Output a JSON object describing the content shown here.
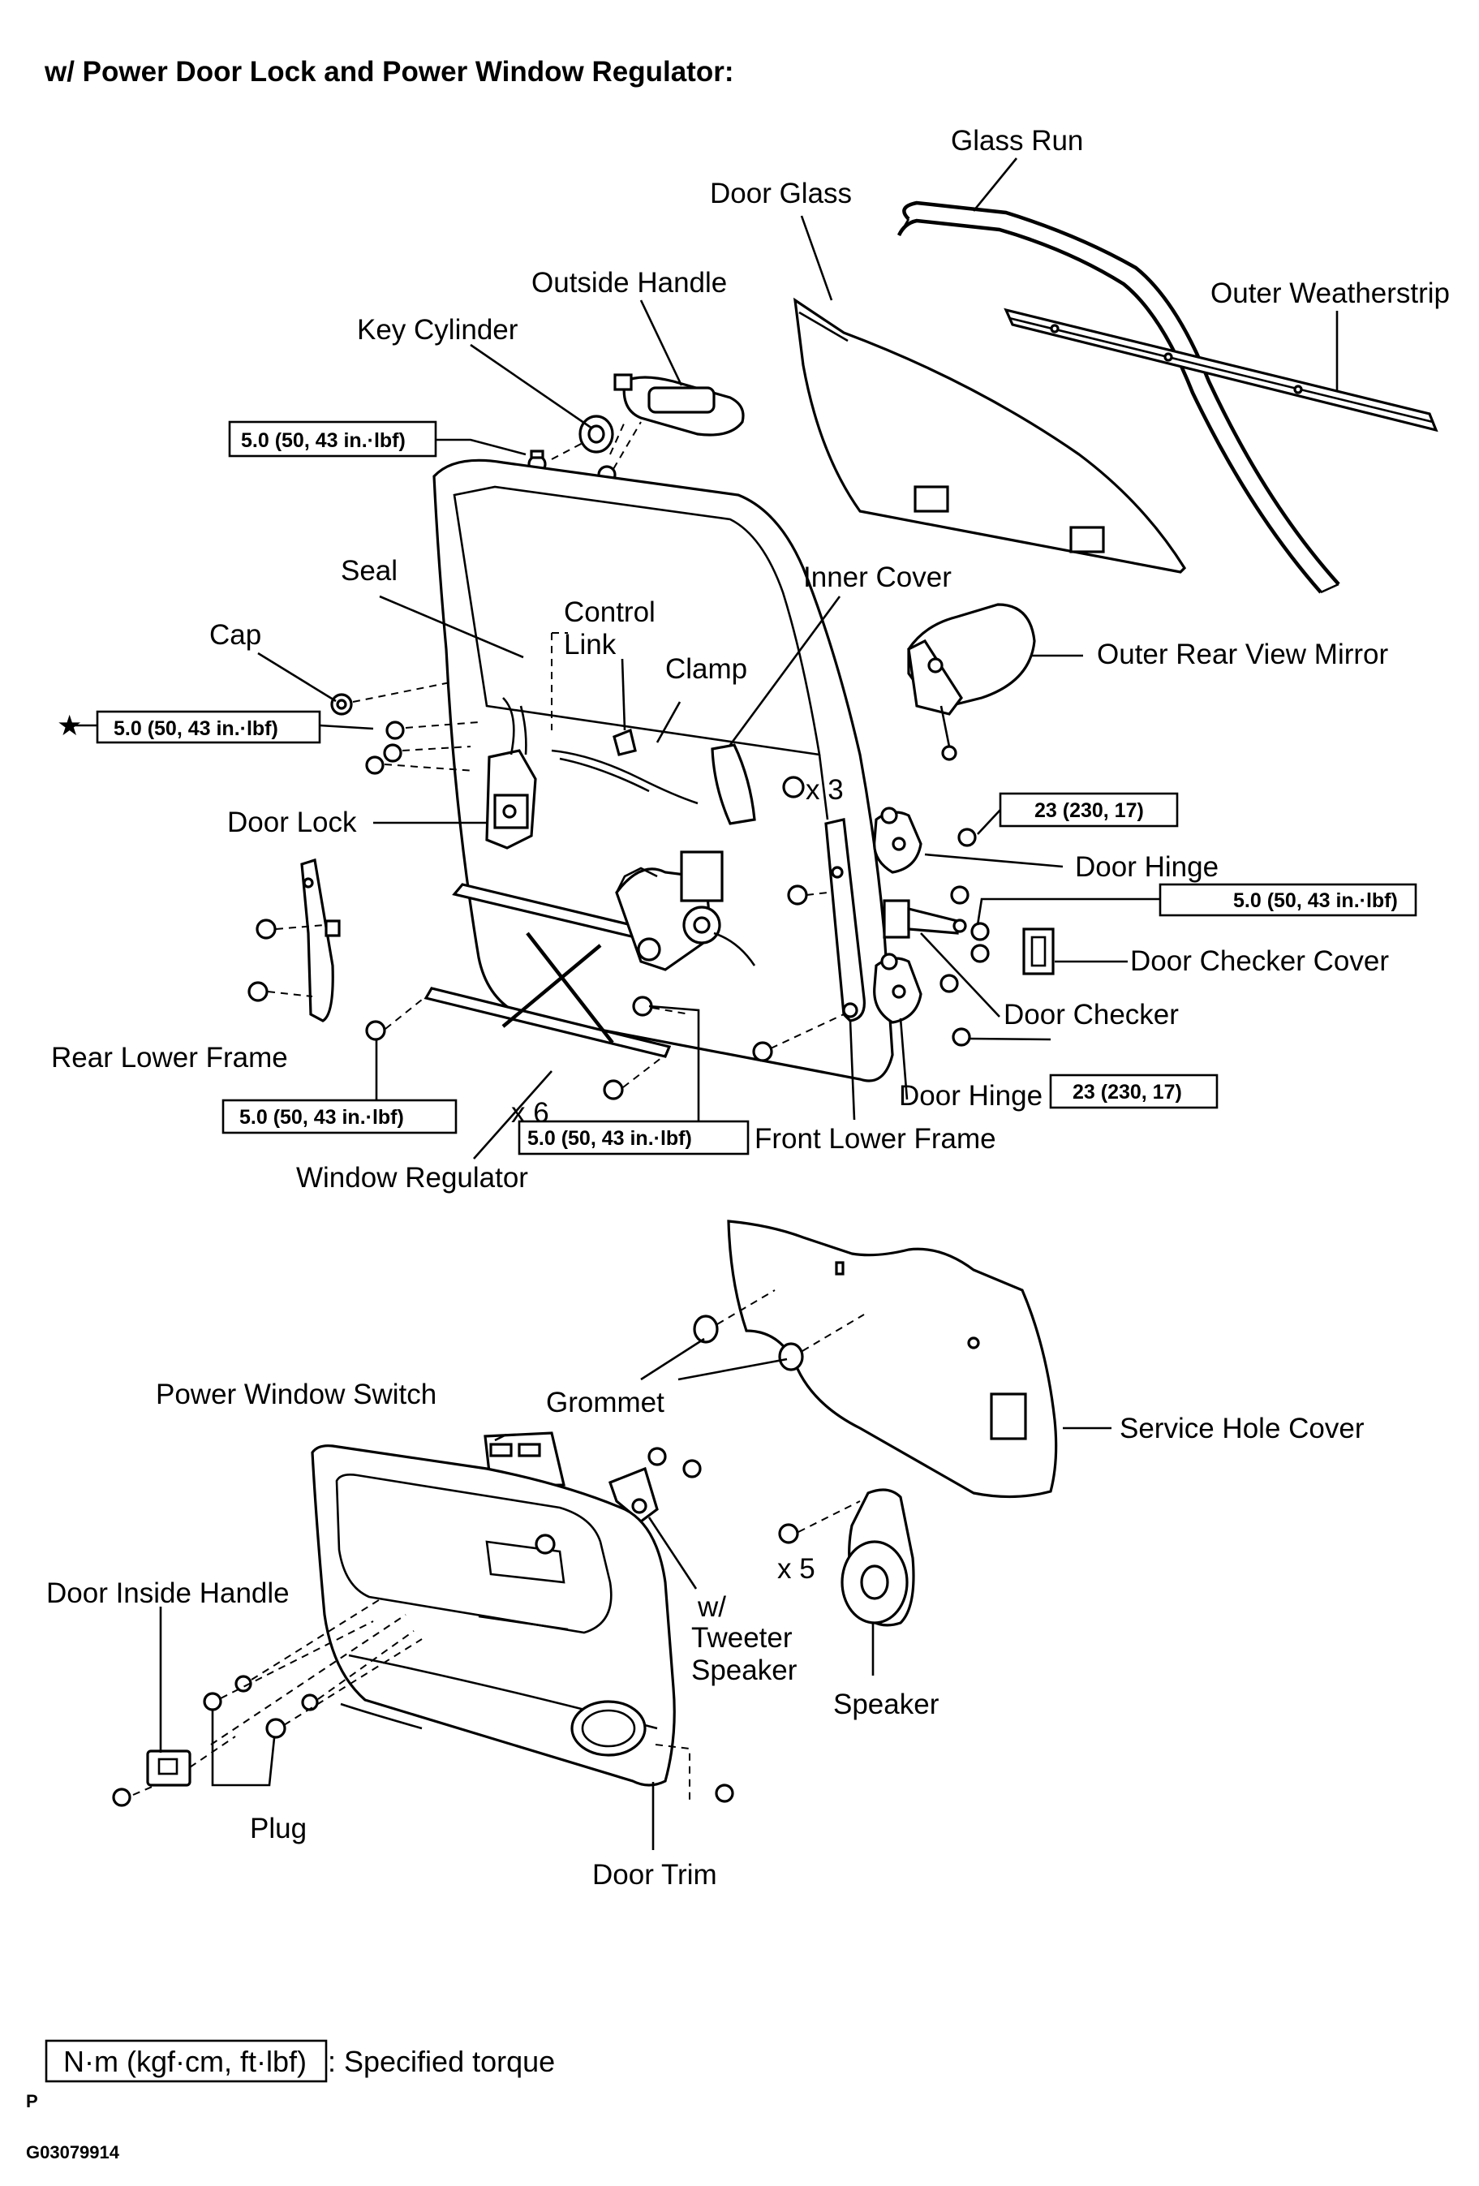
{
  "title": "w/ Power Door Lock and Power Window Regulator:",
  "labels": {
    "glass_run": "Glass Run",
    "door_glass": "Door Glass",
    "outside_handle": "Outside Handle",
    "outer_weatherstrip": "Outer Weatherstrip",
    "key_cylinder": "Key Cylinder",
    "seal": "Seal",
    "inner_cover": "Inner Cover",
    "control": "Control",
    "link": "Link",
    "cap": "Cap",
    "clamp": "Clamp",
    "outer_rear_view_mirror": "Outer Rear View Mirror",
    "door_lock": "Door Lock",
    "x3": "x 3",
    "door_hinge_upper": "Door Hinge",
    "door_checker_cover": "Door Checker Cover",
    "door_checker": "Door Checker",
    "rear_lower_frame": "Rear Lower Frame",
    "door_hinge_lower": "Door Hinge",
    "x6": "x 6",
    "front_lower_frame": "Front Lower Frame",
    "window_regulator": "Window Regulator",
    "power_window_switch": "Power Window Switch",
    "grommet": "Grommet",
    "service_hole_cover": "Service Hole Cover",
    "x5": "x 5",
    "w": "w/",
    "tweeter": "Tweeter",
    "speaker_tw": "Speaker",
    "door_inside_handle": "Door Inside Handle",
    "speaker": "Speaker",
    "plug": "Plug",
    "door_trim": "Door Trim"
  },
  "torques": {
    "key_cylinder": "5.0 (50, 43 in.·lbf)",
    "cap": "5.0 (50, 43 in.·lbf)",
    "hinge_upper": "23 (230, 17)",
    "checker": "5.0 (50, 43 in.·lbf)",
    "hinge_lower": "23 (230, 17)",
    "regulator_left": "5.0 (50, 43 in.·lbf)",
    "regulator_right": "5.0 (50, 43 in.·lbf)"
  },
  "star_symbol": "★",
  "legend": {
    "box_text": "N·m (kgf·cm, ft·lbf)",
    "desc": ": Specified torque"
  },
  "footer": {
    "mark": "P",
    "code": "G03079914"
  }
}
